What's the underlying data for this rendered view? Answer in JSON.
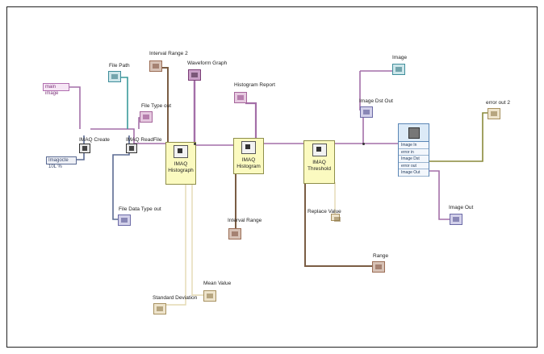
{
  "controls": {
    "main_image": "main image",
    "file_path": "File Path",
    "file_type_out": "File Type out",
    "imaq_create": "IMAQ Create",
    "imaq_readfile": "IMAQ ReadFile",
    "imaq_create_error": "Imagocte 10L %",
    "file_data_type_out": "File Data Type out",
    "interval_range_2": "Interval Range 2",
    "waveform_graph": "Waveform Graph",
    "histogram_report": "Histogram Report",
    "interval_range": "Interval Range",
    "standard_deviation": "Standard  Deviation",
    "mean_value": "Mean Value",
    "replace_value": "Replace Value",
    "range": "Range",
    "image": "Image",
    "image_dst_out": "Image Dst Out",
    "error_out_2": "error out 2",
    "image_out": "Image Out"
  },
  "vis": {
    "histograph": {
      "line1": "IMAQ",
      "line2": "Histograph"
    },
    "histogram": {
      "line1": "IMAQ",
      "line2": "Histogram"
    },
    "threshold": {
      "line1": "IMAQ",
      "line2": "Threshold"
    }
  },
  "property_node": {
    "rows": [
      "Image In",
      "error in",
      "Image Dst",
      "error out",
      "Image Out"
    ]
  },
  "colors": {
    "image_wire": "#a46fa8",
    "path_wire": "#3a9a9a",
    "error_wire": "#8a8a3a",
    "numeric_wire": "#e6dcb4",
    "cluster_wire": "#7a5d44"
  }
}
